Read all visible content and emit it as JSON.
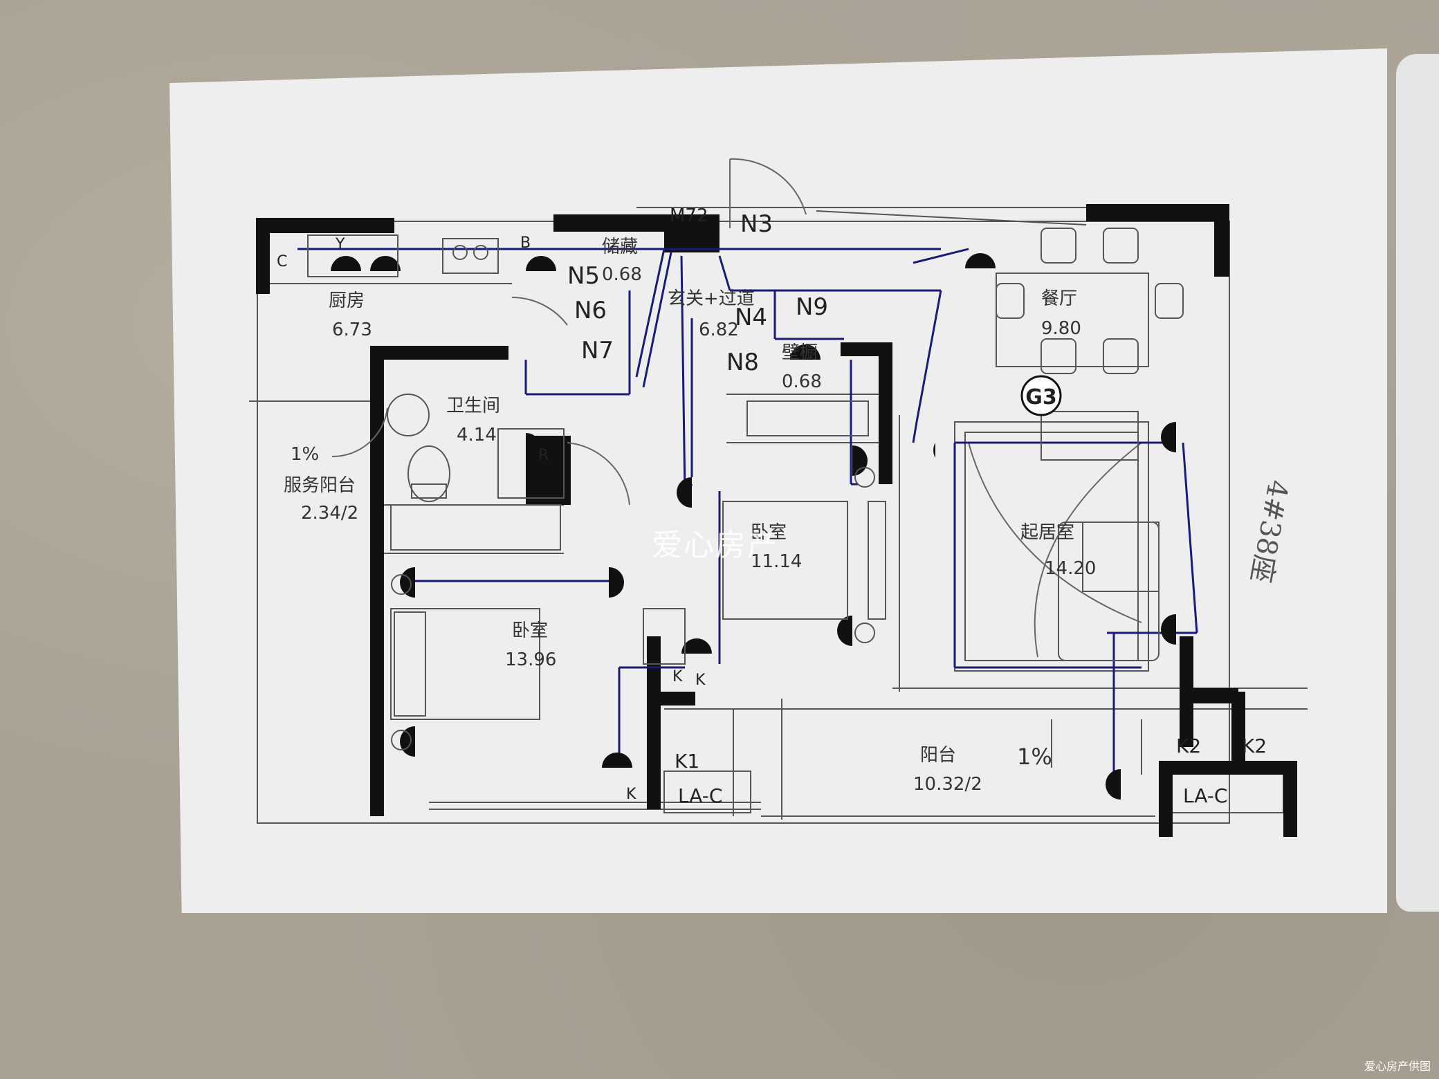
{
  "rooms": {
    "kitchen": {
      "name": "厨房",
      "area": "6.73"
    },
    "storage": {
      "name": "储藏",
      "area": "0.68"
    },
    "entry": {
      "name": "玄关+过道",
      "area": "6.82"
    },
    "dining": {
      "name": "餐厅",
      "area": "9.80"
    },
    "bathroom": {
      "name": "卫生间",
      "area": "4.14"
    },
    "closet": {
      "name": "壁橱",
      "area": "0.68"
    },
    "service_balcony": {
      "name": "服务阳台",
      "area": "2.34/2",
      "slope": "1%"
    },
    "bedroom_main": {
      "name": "卧室",
      "area": "13.96"
    },
    "bedroom_second": {
      "name": "卧室",
      "area": "11.14"
    },
    "living": {
      "name": "起居室",
      "area": "14.20"
    },
    "balcony": {
      "name": "阳台",
      "area": "10.32/2",
      "slope": "1%"
    }
  },
  "markers": {
    "n3": "N3",
    "n4": "N4",
    "n5": "N5",
    "n6": "N6",
    "n7": "N7",
    "n8": "N8",
    "n9": "N9",
    "m72": "M72",
    "g3": "G3",
    "k1": "K1",
    "k2a": "K2",
    "k2b": "K2",
    "k_small_1": "K",
    "k_small_2": "K",
    "k_small_3": "K",
    "r": "R",
    "b": "B",
    "c": "C",
    "y": "Y",
    "ac1": "LA-C",
    "ac2": "LA-C"
  },
  "watermark": "爱心房产",
  "credit": "爱心房产供图",
  "handnote": "4#38座",
  "colors": {
    "wall": "#111111",
    "line": "#1a1a7a",
    "paper": "#eeeeee"
  }
}
